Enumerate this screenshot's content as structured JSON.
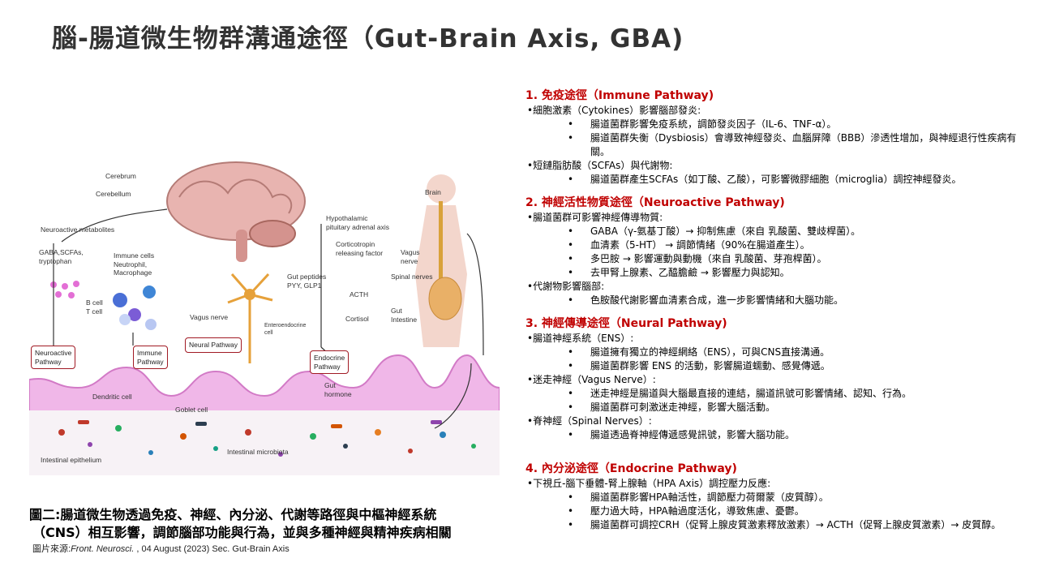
{
  "title": "腦-腸道微生物群溝通途徑（Gut-Brain Axis, GBA)",
  "figure": {
    "labels": {
      "cerebrum": "Cerebrum",
      "cerebellum": "Cerebellum",
      "brain": "Brain",
      "neuroactive_metabolites": "Neuroactive metabolites",
      "gaba": "GABA,SCFAs,\ntryptophan",
      "immune_cells": "Immune cells\nNeutrophil,\nMacrophage",
      "b_t_cell": "B cell\nT cell",
      "hpa": "Hypothalamic\npituitary adrenal axis",
      "crf": "Corticotropin\nreleasing factor",
      "acth": "ACTH",
      "cortisol": "Cortisol",
      "vagus_nerve_brain": "Vagus\nnerve",
      "spinal_nerves": "Spinal nerves",
      "gut_intestine": "Gut\nIntestine",
      "gut_peptides": "Gut peptides\nPYY, GLP1",
      "vagus_nerve": "Vagus nerve",
      "enteroendocrine": "Enteroendocrine\ncell",
      "gut_hormone": "Gut\nhormone",
      "dendritic_cell": "Dendritic cell",
      "goblet_cell": "Goblet cell",
      "intestinal_microbiota": "Intestinal microbiota",
      "intestinal_epithelium": "Intestinal epithelium"
    },
    "boxes": {
      "neuroactive": "Neuroactive\nPathway",
      "immune": "Immune\nPathway",
      "neural": "Neural Pathway",
      "endocrine": "Endocrine\nPathway"
    }
  },
  "caption": {
    "line1": "圖二:腸道微生物透過免疫、神經、內分泌、代謝等路徑與中樞神經系統",
    "line2": "（CNS）相互影響，調節腦部功能與行為，並與多種神經與精神疾病相關",
    "source_prefix": "圖片來源:",
    "source_journal": "Front.  Neurosci.",
    "source_rest": " , 04 August (2023) Sec. Gut-Brain Axis"
  },
  "sections": [
    {
      "heading": "1. 免疫途徑（Immune Pathway)",
      "items": [
        {
          "level": 1,
          "text": "•細胞激素（Cytokines）影響腦部發炎:"
        },
        {
          "level": 2,
          "text": "腸道菌群影響免疫系統，調節發炎因子（IL-6、TNF-α）。"
        },
        {
          "level": 2,
          "text": "腸道菌群失衡（Dysbiosis）會導致神經發炎、血腦屏障（BBB）滲透性增加，與神經退行性疾病有關。"
        },
        {
          "level": 1,
          "text": "•短鏈脂肪酸（SCFAs）與代謝物:"
        },
        {
          "level": 2,
          "text": "腸道菌群產生SCFAs（如丁酸、乙酸），可影響微膠細胞（microglia）調控神經發炎。"
        }
      ]
    },
    {
      "heading": "2. 神經活性物質途徑（Neuroactive Pathway)",
      "items": [
        {
          "level": 1,
          "text": "•腸道菌群可影響神經傳導物質:"
        },
        {
          "level": 2,
          "text": "GABA（γ-氨基丁酸）→ 抑制焦慮（來自 乳酸菌、雙歧桿菌）。"
        },
        {
          "level": 2,
          "text": "血清素（5-HT） → 調節情緒（90%在腸道產生）。"
        },
        {
          "level": 2,
          "text": "多巴胺 → 影響運動與動機（來自 乳酸菌、芽孢桿菌）。"
        },
        {
          "level": 2,
          "text": "去甲腎上腺素、乙醯膽鹼 → 影響壓力與認知。"
        },
        {
          "level": 1,
          "text": "•代謝物影響腦部:"
        },
        {
          "level": 2,
          "text": "色胺酸代謝影響血清素合成，進一步影響情緒和大腦功能。"
        }
      ]
    },
    {
      "heading": "3. 神經傳導途徑（Neural Pathway)",
      "items": [
        {
          "level": 1,
          "text": "•腸道神經系統（ENS）:"
        },
        {
          "level": 2,
          "text": "腸道擁有獨立的神經網絡（ENS），可與CNS直接溝通。"
        },
        {
          "level": 2,
          "text": "腸道菌群影響 ENS 的活動，影響腸道蠕動、感覺傳遞。"
        },
        {
          "level": 1,
          "text": "•迷走神經（Vagus Nerve）:"
        },
        {
          "level": 2,
          "text": "迷走神經是腸道與大腦最直接的連結，腸道訊號可影響情緒、認知、行為。"
        },
        {
          "level": 2,
          "text": "腸道菌群可刺激迷走神經，影響大腦活動。"
        },
        {
          "level": 1,
          "text": "•脊神經（Spinal Nerves）:"
        },
        {
          "level": 2,
          "text": "腸道透過脊神經傳遞感覺訊號，影響大腦功能。"
        }
      ]
    },
    {
      "heading": "4. 內分泌途徑（Endocrine Pathway)",
      "items": [
        {
          "level": 1,
          "text": "•下視丘-腦下垂體-腎上腺軸（HPA Axis）調控壓力反應:"
        },
        {
          "level": 2,
          "text": "腸道菌群影響HPA軸活性，調節壓力荷爾蒙（皮質醇）。"
        },
        {
          "level": 2,
          "text": "壓力過大時，HPA軸過度活化，導致焦慮、憂鬱。"
        },
        {
          "level": 2,
          "text": "腸道菌群可調控CRH（促腎上腺皮質激素釋放激素）→ ACTH（促腎上腺皮質激素）→ 皮質醇。"
        }
      ]
    }
  ],
  "bullet_glyph": "•",
  "colors": {
    "heading": "#c00000",
    "title": "#333333",
    "box_border": "#a11a24",
    "villi": "#e9a6df"
  }
}
